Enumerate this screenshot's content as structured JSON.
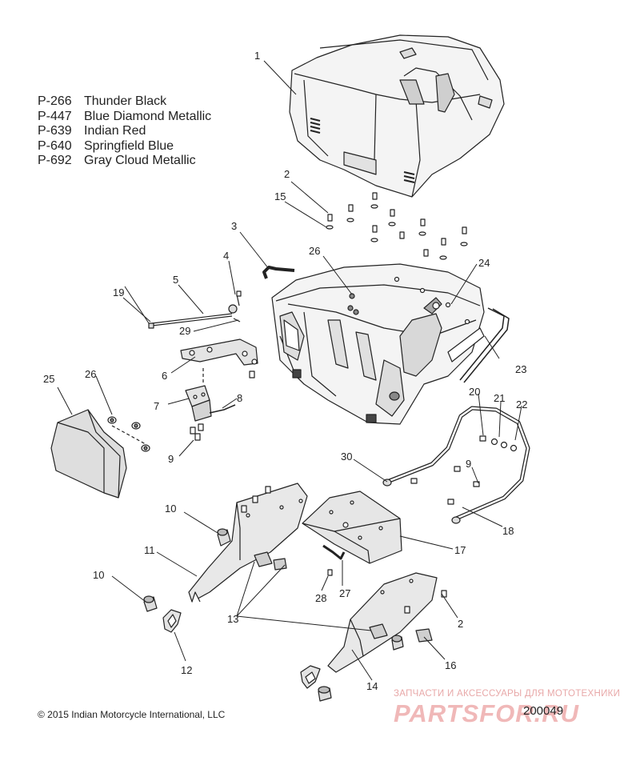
{
  "paint_codes": [
    {
      "code": "P-266",
      "name": "Thunder Black"
    },
    {
      "code": "P-447",
      "name": "Blue Diamond Metallic"
    },
    {
      "code": "P-639",
      "name": "Indian Red"
    },
    {
      "code": "P-640",
      "name": "Springfield Blue"
    },
    {
      "code": "P-692",
      "name": "Gray Cloud Metallic"
    }
  ],
  "callouts": {
    "c1": "1",
    "c2a": "2",
    "c2b": "2",
    "c3": "3",
    "c4": "4",
    "c5": "5",
    "c6": "6",
    "c7": "7",
    "c8": "8",
    "c9a": "9",
    "c9b": "9",
    "c10a": "10",
    "c10b": "10",
    "c11": "11",
    "c12": "12",
    "c13": "13",
    "c14": "14",
    "c15": "15",
    "c16": "16",
    "c17": "17",
    "c18": "18",
    "c19": "19",
    "c20": "20",
    "c21": "21",
    "c22": "22",
    "c23": "23",
    "c24": "24",
    "c25": "25",
    "c26a": "26",
    "c26b": "26",
    "c27": "27",
    "c28": "28",
    "c29": "29",
    "c30": "30"
  },
  "footer": {
    "copyright": "© 2015 Indian Motorcycle International, LLC",
    "diagram_id": "200049",
    "watermark_top": "ЗАПЧАСТИ И АКСЕССУАРЫ ДЛЯ МОТОТЕХНИКИ",
    "watermark_logo": "PARTSFOR.RU"
  },
  "colors": {
    "line": "#222222",
    "shade": "#bdbdbd",
    "watermark": "#f0b8b8"
  }
}
